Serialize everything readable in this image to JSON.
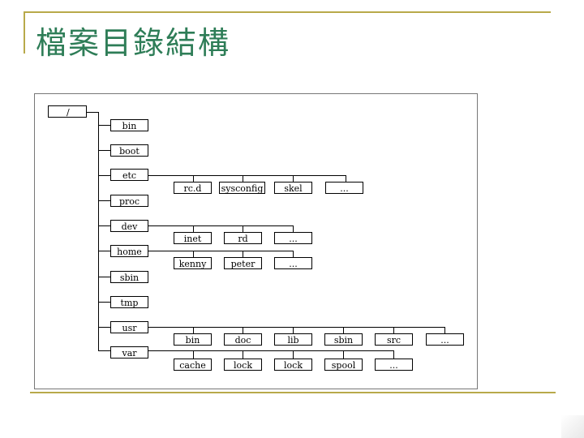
{
  "title": "檔案目錄結構",
  "tree": {
    "root": "/",
    "children": [
      "bin",
      "boot",
      "etc",
      "proc",
      "dev",
      "home",
      "sbin",
      "tmp",
      "usr",
      "var"
    ],
    "etc": [
      "rc.d",
      "sysconfig",
      "skel",
      "..."
    ],
    "dev": [
      "inet",
      "rd",
      "..."
    ],
    "home": [
      "kenny",
      "peter",
      "..."
    ],
    "usr": [
      "bin",
      "doc",
      "lib",
      "sbin",
      "src",
      "..."
    ],
    "var": [
      "cache",
      "lock",
      "lock",
      "spool",
      "..."
    ]
  }
}
